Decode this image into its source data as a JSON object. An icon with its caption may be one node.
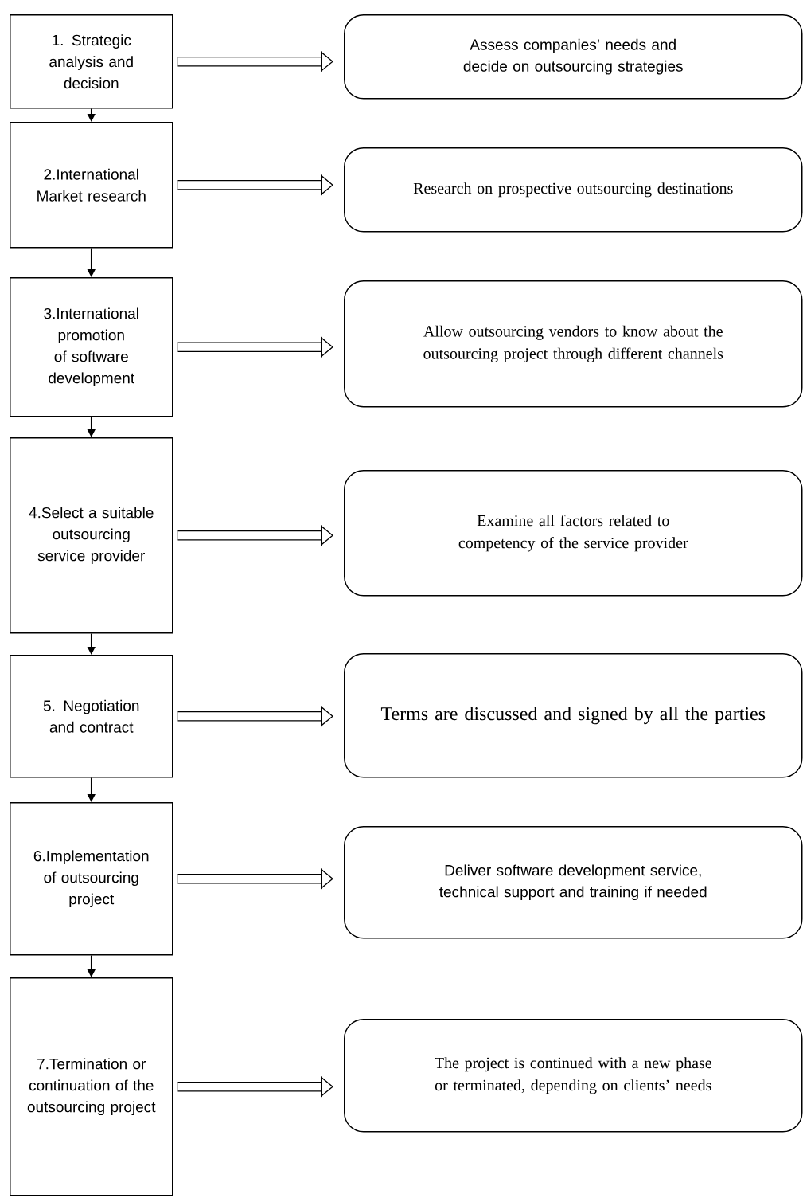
{
  "diagram": {
    "nodes": [
      {
        "text": [
          "1. Strategic analysis and decision"
        ]
      },
      {
        "text": [
          "Assess companies’ needs and decide on outsourcing strategies"
        ]
      },
      {
        "text": [
          "2.International Market research"
        ]
      },
      {
        "text": [
          "Research on prospective outsourcing destinations"
        ]
      },
      {
        "text": [
          "3.International promotion of software development"
        ]
      },
      {
        "text": [
          "Allow outsourcing vendors to know about the outsourcing project through different channels"
        ]
      },
      {
        "text": [
          "4.Select a suitable outsourcing service provider"
        ]
      },
      {
        "text": [
          "Examine all factors related to competency of the service provider"
        ]
      },
      {
        "text": [
          "5. Negotiation and contract"
        ]
      },
      {
        "text": [
          "Terms are discussed and signed by all the parties"
        ]
      },
      {
        "text": [
          "6.Implementation of outsourcing project"
        ]
      },
      {
        "text": [
          "Deliver software development service, technical support and training if needed"
        ]
      },
      {
        "text": [
          "7.Termination or continuation of the outsourcing project"
        ]
      },
      {
        "text": [
          "The project is continued with a new phase or terminated, depending on clients’ needs"
        ]
      }
    ],
    "edges": [
      {
        "from": 0,
        "to": 1,
        "arrow": "to"
      },
      {
        "from": 0,
        "to": 2,
        "arrow": "to"
      },
      {
        "from": 2,
        "to": 3,
        "arrow": "to"
      },
      {
        "from": 2,
        "to": 4,
        "arrow": "to"
      },
      {
        "from": 4,
        "to": 5,
        "arrow": "to"
      },
      {
        "from": 4,
        "to": 6,
        "arrow": "to"
      },
      {
        "from": 6,
        "to": 7,
        "arrow": "to"
      },
      {
        "from": 6,
        "to": 8,
        "arrow": "to"
      },
      {
        "from": 8,
        "to": 9,
        "arrow": "to"
      },
      {
        "from": 8,
        "to": 10,
        "arrow": "to"
      },
      {
        "from": 10,
        "to": 11,
        "arrow": "to"
      },
      {
        "from": 10,
        "to": 12,
        "arrow": "to"
      },
      {
        "from": 12,
        "to": 13,
        "arrow": "to"
      }
    ]
  }
}
